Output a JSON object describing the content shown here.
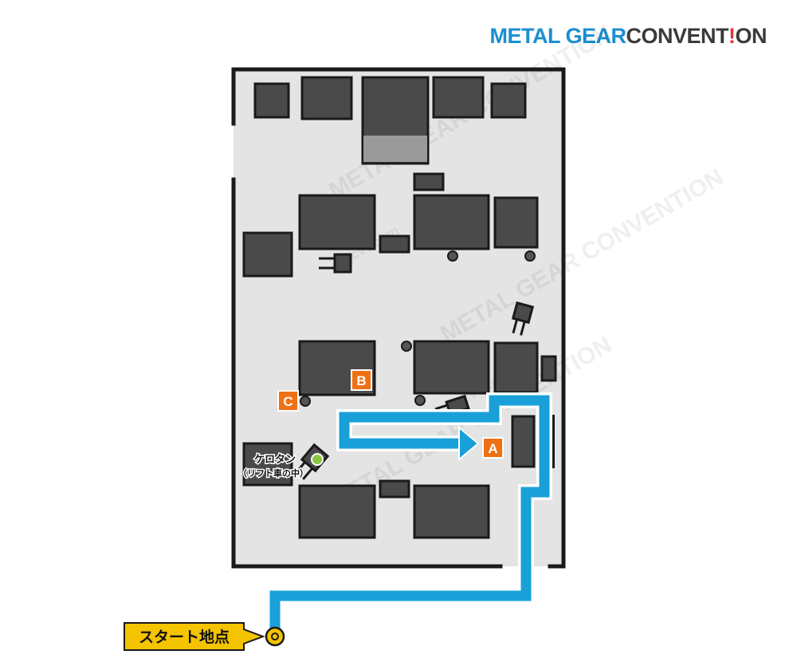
{
  "brand": {
    "part1": "METAL GEAR",
    "part2": "CONVENT",
    "part3": "!",
    "part4": "ON"
  },
  "markers": {
    "a": "A",
    "b": "B",
    "c": "C"
  },
  "kerotan": {
    "name": "ケロタン",
    "note": "（リフト車の中）"
  },
  "start": {
    "label": "スタート地点"
  },
  "watermark": {
    "title": "METAL GEAR CONVENTION",
    "site": "mgcvt.com"
  },
  "colors": {
    "floor": "#e4e4e4",
    "wall": "#1a1a1a",
    "container": "#4a4a4a",
    "route": "#1aa0d8",
    "marker": "#f07014",
    "kerotan": "#8cc63f",
    "start_label_bg": "#f5c400"
  }
}
